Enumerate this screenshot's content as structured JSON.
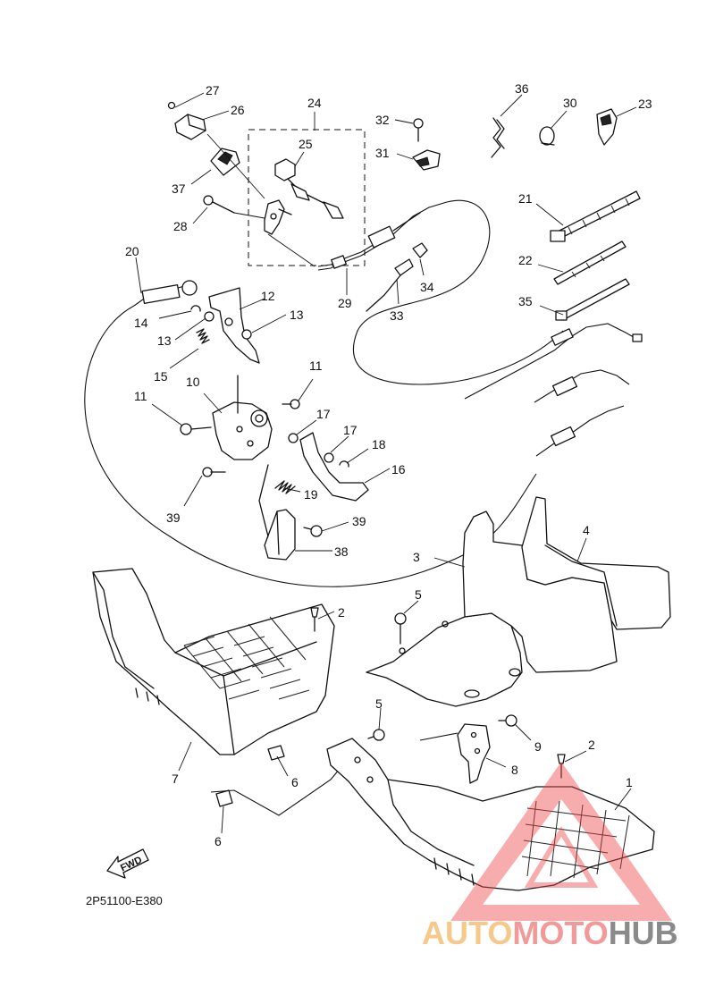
{
  "diagram_code": "2P51100-E380",
  "fwd_label": "FWD",
  "watermark": {
    "word_1": "AUTO",
    "word_2": "MOTO",
    "word_3": "HUB",
    "color_1": "#f6c98a",
    "color_2": "#f29a9a",
    "color_3": "#8a8a8a",
    "triangle_color": "#ef4a4a"
  },
  "callouts": {
    "c1": "1",
    "c2a": "2",
    "c2b": "2",
    "c3": "3",
    "c4": "4",
    "c5a": "5",
    "c5b": "5",
    "c6a": "6",
    "c6b": "6",
    "c7": "7",
    "c8": "8",
    "c9": "9",
    "c10": "10",
    "c11a": "11",
    "c11b": "11",
    "c12": "12",
    "c13a": "13",
    "c13b": "13",
    "c14": "14",
    "c15": "15",
    "c16": "16",
    "c17a": "17",
    "c17b": "17",
    "c18": "18",
    "c19": "19",
    "c20": "20",
    "c21": "21",
    "c22": "22",
    "c23": "23",
    "c24": "24",
    "c25": "25",
    "c26": "26",
    "c27": "27",
    "c28": "28",
    "c29": "29",
    "c30": "30",
    "c31": "31",
    "c32": "32",
    "c33": "33",
    "c34": "34",
    "c35": "35",
    "c36": "36",
    "c37": "37",
    "c38": "38",
    "c39a": "39",
    "c39b": "39"
  }
}
